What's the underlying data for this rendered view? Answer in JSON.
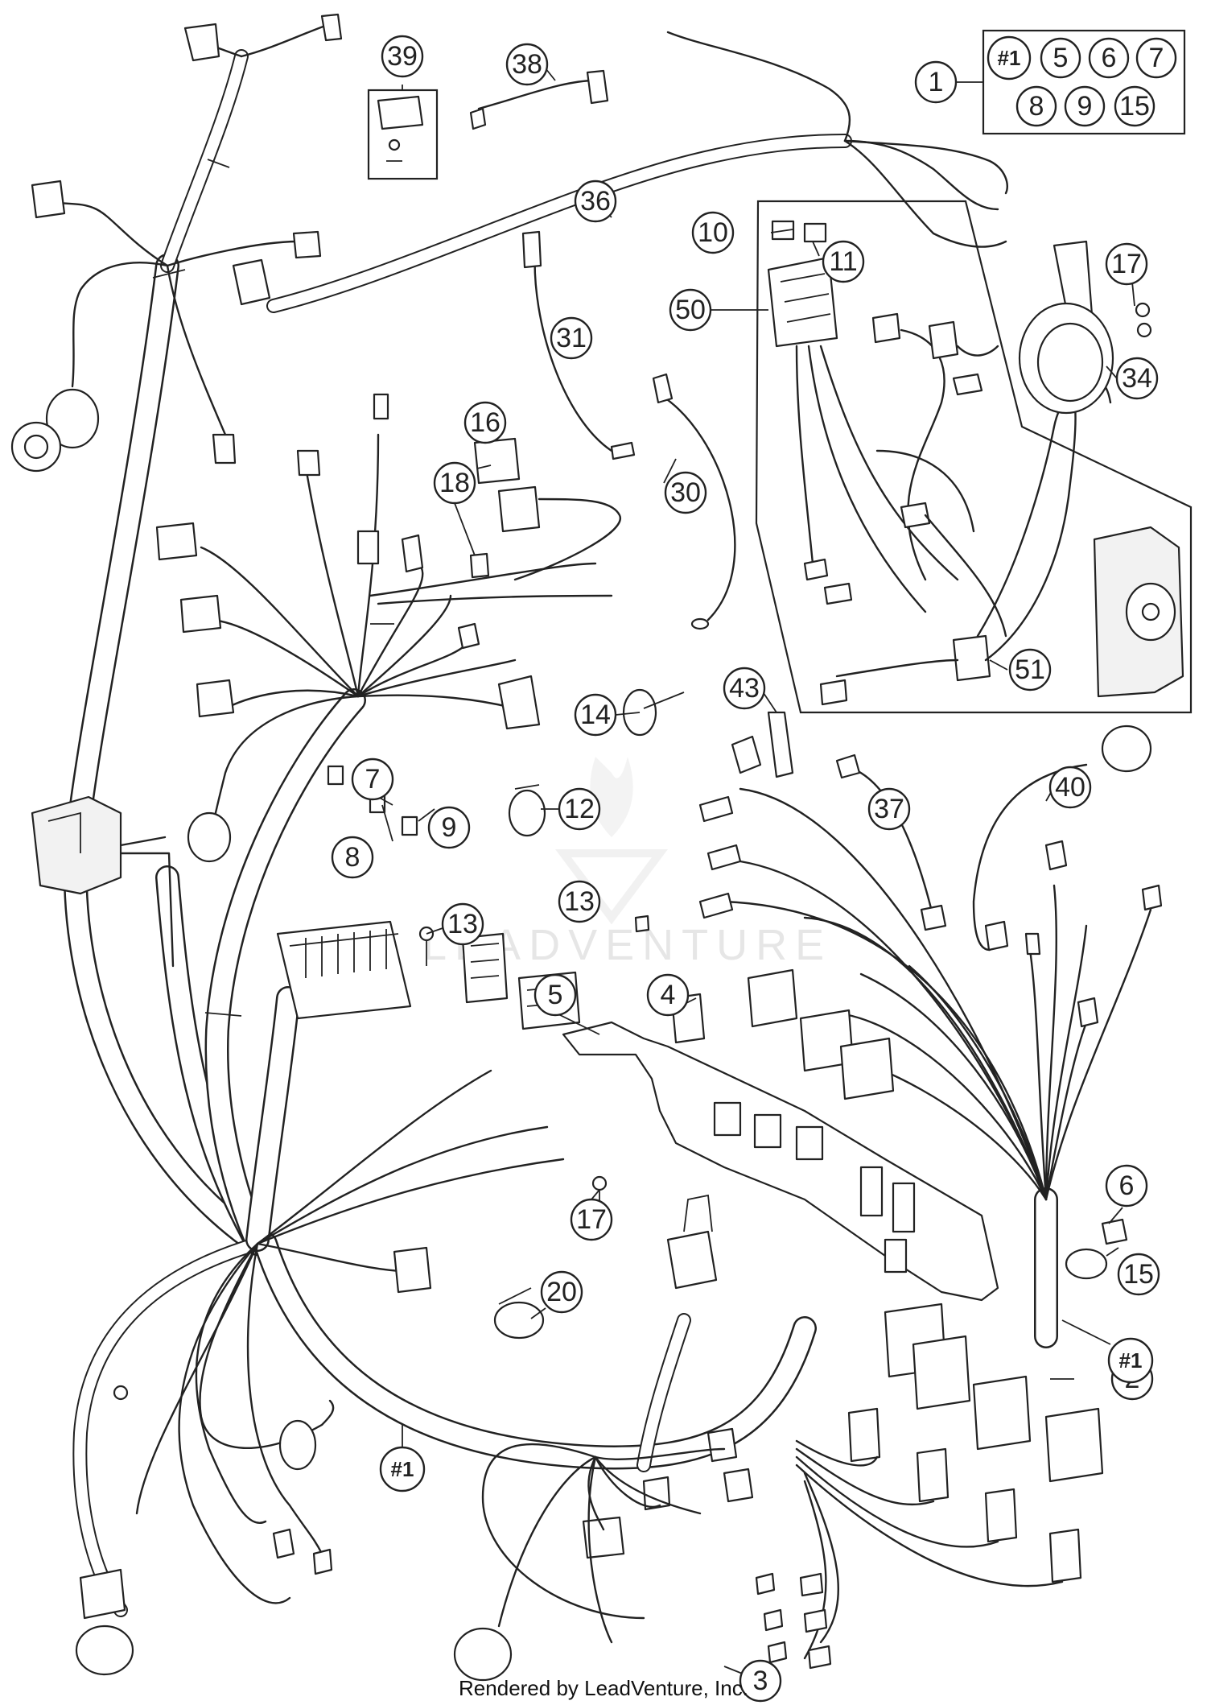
{
  "watermark": "LEADVENTURE",
  "footer": "Rendered by LeadVenture, Inc.",
  "kit_box_items": [
    "#1",
    "5",
    "6",
    "7",
    "8",
    "9",
    "15"
  ],
  "callouts": {
    "c1": "1",
    "c2": "2",
    "c3": "3",
    "c4": "4",
    "c5": "5",
    "c6": "6",
    "c7": "7",
    "c8": "8",
    "c9": "9",
    "c10": "10",
    "c11": "11",
    "c12": "12",
    "c13a": "13",
    "c13b": "13",
    "c14": "14",
    "c15": "15",
    "c16": "16",
    "c17a": "17",
    "c17b": "17",
    "c18": "18",
    "c20": "20",
    "c30": "30",
    "c31": "31",
    "c34": "34",
    "c36": "36",
    "c37": "37",
    "c38": "38",
    "c39": "39",
    "c40": "40",
    "c43": "43",
    "c50": "50",
    "c51": "51",
    "h1a": "#1",
    "h1b": "#1"
  }
}
